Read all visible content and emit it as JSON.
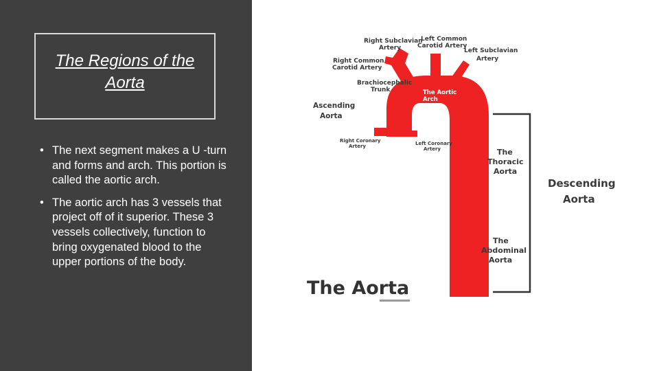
{
  "slide": {
    "title": "The Regions of the Aorta",
    "bullets": [
      "The next segment makes a U -turn and forms and arch. This portion is called the aortic arch.",
      "The aortic arch has 3 vessels that project off of it superior. These 3 vessels collectively, function to bring oxygenated blood to the upper portions of the body."
    ]
  },
  "diagram": {
    "title": "The Aorta",
    "labels": {
      "right_subclavian_1": "Right Subclavian",
      "right_subclavian_2": "Artery",
      "left_common_carotid_1": "Left Common",
      "left_common_carotid_2": "Carotid Artery",
      "left_subclavian_1": "Left Subclavian",
      "left_subclavian_2": "Artery",
      "right_common_carotid_1": "Right Common",
      "right_common_carotid_2": "Carotid Artery",
      "brachiocephalic_1": "Brachiocephalic",
      "brachiocephalic_2": "Trunk",
      "aortic_arch_1": "The Aortic",
      "aortic_arch_2": "Arch",
      "ascending_1": "Ascending",
      "ascending_2": "Aorta",
      "right_coronary_1": "Right Coronary",
      "right_coronary_2": "Artery",
      "left_coronary_1": "Left Coronary",
      "left_coronary_2": "Artery",
      "thoracic_1": "The",
      "thoracic_2": "Thoracic",
      "thoracic_3": "Aorta",
      "descending_1": "Descending",
      "descending_2": "Aorta",
      "abdominal_1": "The",
      "abdominal_2": "Abdominal",
      "abdominal_3": "Aorta"
    },
    "colors": {
      "vessel": "#ee2222",
      "panel": "#3f3f3f",
      "label": "#3a3a3a"
    }
  }
}
